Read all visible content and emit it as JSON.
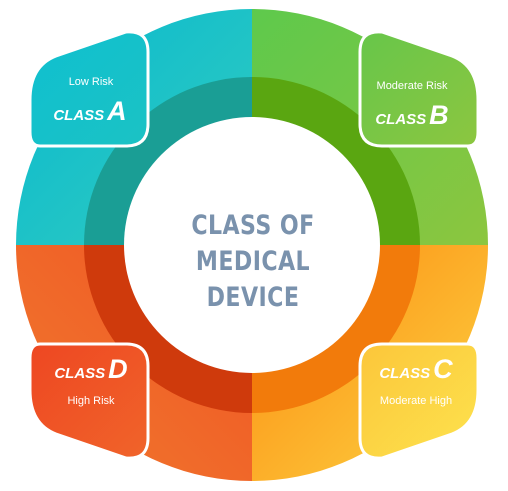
{
  "center_title_lines": [
    "CLASS OF MEDICAL",
    "DEVICE"
  ],
  "cards": {
    "a": {
      "risk": "Low Risk",
      "class_word": "CLASS",
      "class_letter": "A"
    },
    "b": {
      "risk": "Moderate Risk",
      "class_word": "CLASS",
      "class_letter": "B"
    },
    "c": {
      "risk": "Moderate High",
      "class_word": "CLASS",
      "class_letter": "C"
    },
    "d": {
      "risk": "High Risk",
      "class_word": "CLASS",
      "class_letter": "D"
    }
  },
  "colors": {
    "teal": "#1ec5c8",
    "green": "#6cc04a",
    "orange": "#f7941d",
    "red": "#ef4f24",
    "title": "#7a92ad"
  }
}
